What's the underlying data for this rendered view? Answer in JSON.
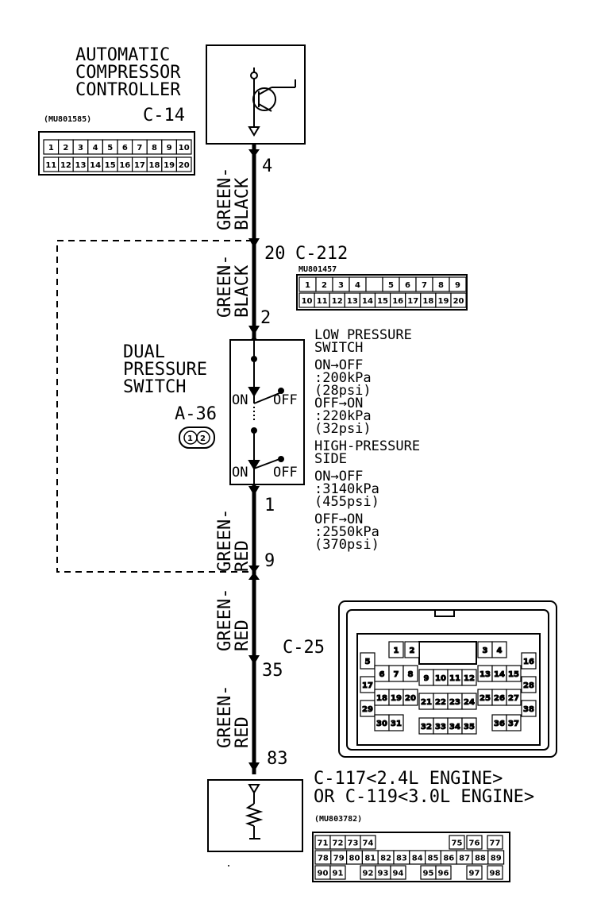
{
  "controller": {
    "title_lines": [
      "AUTOMATIC",
      "COMPRESSOR",
      "CONTROLLER"
    ],
    "connector_id": "C-14",
    "part_number": "(MU801585)",
    "pins_row1": [
      "1",
      "2",
      "3",
      "4",
      "5",
      "6",
      "7",
      "8",
      "9",
      "10"
    ],
    "pins_row2": [
      "11",
      "12",
      "13",
      "14",
      "15",
      "16",
      "17",
      "18",
      "19",
      "20"
    ],
    "terminal": "4"
  },
  "wires": [
    {
      "id": "w1",
      "color_lines": [
        "GREEN-",
        "BLACK"
      ]
    },
    {
      "id": "w2",
      "color_lines": [
        "GREEN-",
        "BLACK"
      ]
    },
    {
      "id": "w3",
      "color_lines": [
        "GREEN-",
        "RED"
      ]
    },
    {
      "id": "w4",
      "color_lines": [
        "GREEN-",
        "RED"
      ]
    },
    {
      "id": "w5",
      "color_lines": [
        "GREEN-",
        "RED"
      ]
    }
  ],
  "c212": {
    "connector_id": "C-212",
    "part_number": "MU801457",
    "terminal_top": "20",
    "terminal_bottom": "2",
    "pins_row1": [
      "1",
      "2",
      "3",
      "4",
      "",
      "5",
      "6",
      "7",
      "8",
      "9"
    ],
    "pins_row2": [
      "10",
      "11",
      "12",
      "13",
      "14",
      "15",
      "16",
      "17",
      "18",
      "19",
      "20"
    ]
  },
  "switch": {
    "title_lines": [
      "DUAL",
      "PRESSURE",
      "SWITCH"
    ],
    "connector_id": "A-36",
    "pins": [
      "1",
      "2"
    ],
    "on_label": "ON",
    "off_label": "OFF",
    "terminal_bottom": "1",
    "low_pressure": [
      "LOW PRESSURE",
      "SWITCH",
      "ON→OFF",
      ":200kPa",
      "(28psi)",
      "OFF→ON",
      ":220kPa",
      "(32psi)"
    ],
    "high_pressure": [
      "HIGH-PRESSURE",
      "SIDE",
      "ON→OFF",
      ":3140kPa",
      "(455psi)",
      "OFF→ON",
      ":2550kPa",
      "(370psi)"
    ]
  },
  "c25": {
    "connector_id": "C-25",
    "terminal_top": "9",
    "terminal_bottom": "35"
  },
  "ecu": {
    "terminal": "83",
    "connector_lines": [
      "C-117<2.4L ENGINE>",
      "OR C-119<3.0L ENGINE>"
    ],
    "part_number": "(MU803782)",
    "pins_row1": [
      "71",
      "72",
      "73",
      "74",
      "75",
      "76",
      "77"
    ],
    "pins_row2": [
      "78",
      "79",
      "80",
      "81",
      "82",
      "83",
      "84",
      "85",
      "86",
      "87",
      "88",
      "89"
    ],
    "pins_row3": [
      "90",
      "91",
      "92",
      "93",
      "94",
      "95",
      "96",
      "97",
      "98"
    ]
  },
  "colors": {
    "ink": "#000000",
    "paper": "#ffffff"
  }
}
